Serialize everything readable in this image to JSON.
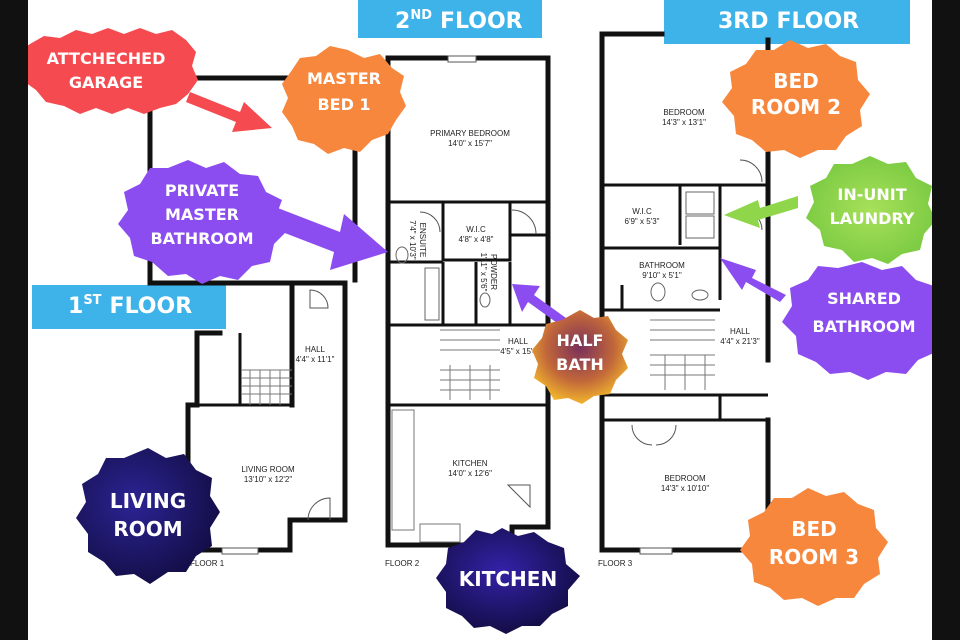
{
  "floors": {
    "first": {
      "banner": {
        "num": "1",
        "sup": "ST",
        "word": "FLOOR"
      },
      "caption": "FLOOR 1"
    },
    "second": {
      "banner": {
        "num": "2",
        "sup": "ND",
        "word": "FLOOR"
      },
      "caption": "FLOOR 2"
    },
    "third": {
      "banner": {
        "num": "3RD",
        "word": "FLOOR"
      },
      "caption": "FLOOR 3"
    }
  },
  "rooms": {
    "f1_hall": {
      "name": "HALL",
      "dim": "4'4\" x 11'1\""
    },
    "f1_living": {
      "name": "LIVING ROOM",
      "dim": "13'10\" x 12'2\""
    },
    "f2_primary": {
      "name": "PRIMARY BEDROOM",
      "dim": "14'0\" x 15'7\""
    },
    "f2_wic": {
      "name": "W.I.C",
      "dim": "4'8\" x 4'8\""
    },
    "f2_ensuite": {
      "name": "ENSUITE",
      "dim": "7'4\" x 10'3\""
    },
    "f2_powder": {
      "name": "POWDER",
      "dim": "1'11\" x 5'6\""
    },
    "f2_hall": {
      "name": "HALL",
      "dim": "4'5\" x 15'4\""
    },
    "f2_kitchen": {
      "name": "KITCHEN",
      "dim": "14'0\" x 12'6\""
    },
    "f3_bedroom_top": {
      "name": "BEDROOM",
      "dim": "14'3\" x 13'1\""
    },
    "f3_wic": {
      "name": "W.I.C",
      "dim": "6'9\" x 5'3\""
    },
    "f3_bathroom": {
      "name": "BATHROOM",
      "dim": "9'10\" x 5'1\""
    },
    "f3_hall": {
      "name": "HALL",
      "dim": "4'4\" x 21'3\""
    },
    "f3_bedroom_bottom": {
      "name": "BEDROOM",
      "dim": "14'3\" x 10'10\""
    }
  },
  "callouts": {
    "garage": {
      "line1": "ATTCHECHED",
      "line2": "GARAGE",
      "color": "#f44a50"
    },
    "master_bed": {
      "line1": "MASTER",
      "line2": "BED 1",
      "color": "#f7873d"
    },
    "private_bath": {
      "line1": "PRIVATE",
      "line2": "MASTER",
      "line3": "BATHROOM",
      "color": "#8c4df0"
    },
    "half_bath": {
      "line1": "HALF",
      "line2": "BATH",
      "color": "#b5553a"
    },
    "living_room": {
      "line1": "LIVING",
      "line2": "ROOM",
      "color": "#241a7a"
    },
    "kitchen": {
      "line1": "KITCHEN",
      "color": "#2a1e88"
    },
    "bed_room_2": {
      "line1": "BED",
      "line2": "ROOM 2",
      "color": "#f7873d"
    },
    "laundry": {
      "line1": "IN-UNIT",
      "line2": "LAUNDRY",
      "color": "#8fd64a"
    },
    "shared_bath": {
      "line1": "SHARED",
      "line2": "BATHROOM",
      "color": "#8c4df0"
    },
    "bed_room_3": {
      "line1": "BED",
      "line2": "ROOM 3",
      "color": "#f7873d"
    }
  },
  "colors": {
    "banner": "#3eb3ea",
    "arrow_red": "#f44a50",
    "arrow_purple": "#8c4df0",
    "arrow_green": "#8fd64a"
  }
}
